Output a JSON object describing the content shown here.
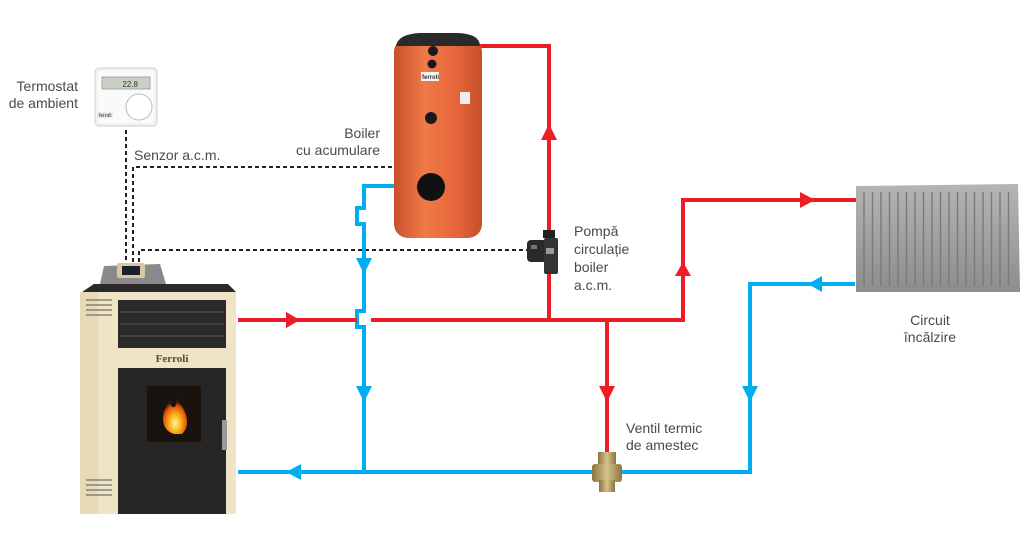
{
  "diagram": {
    "title": "Pellet stove heating system with DHW boiler",
    "colors": {
      "hot_pipe": "#ee1c25",
      "cold_pipe": "#00aeef",
      "boiler_body": "#e8663a",
      "radiator": "#9a9a9a",
      "stove_frame": "#efe4c6",
      "stove_front": "#2b2b2b",
      "sensor_line": "#222222"
    },
    "labels": {
      "thermostat": [
        "Termostat",
        "de ambient"
      ],
      "sensor": "Senzor a.c.m.",
      "boiler": [
        "Boiler",
        "cu acumulare"
      ],
      "pump": [
        "Pompă",
        "circulație",
        "boiler",
        "a.c.m."
      ],
      "valve": [
        "Ventil termic",
        "de amestec"
      ],
      "circuit": [
        "Circuit",
        "încălzire"
      ]
    },
    "brand": {
      "boiler_logo": "ferroli",
      "stove_logo": "Ferroli",
      "thermostat_logo": "ferroli",
      "thermostat_display": "22.8"
    },
    "components": [
      {
        "id": "thermostat",
        "icon": "thermostat-icon"
      },
      {
        "id": "boiler",
        "icon": "boiler-tank-icon"
      },
      {
        "id": "pump",
        "icon": "circulation-pump-icon"
      },
      {
        "id": "radiator",
        "icon": "radiator-icon"
      },
      {
        "id": "stove",
        "icon": "pellet-stove-icon"
      },
      {
        "id": "valve",
        "icon": "mixing-valve-icon"
      }
    ]
  }
}
